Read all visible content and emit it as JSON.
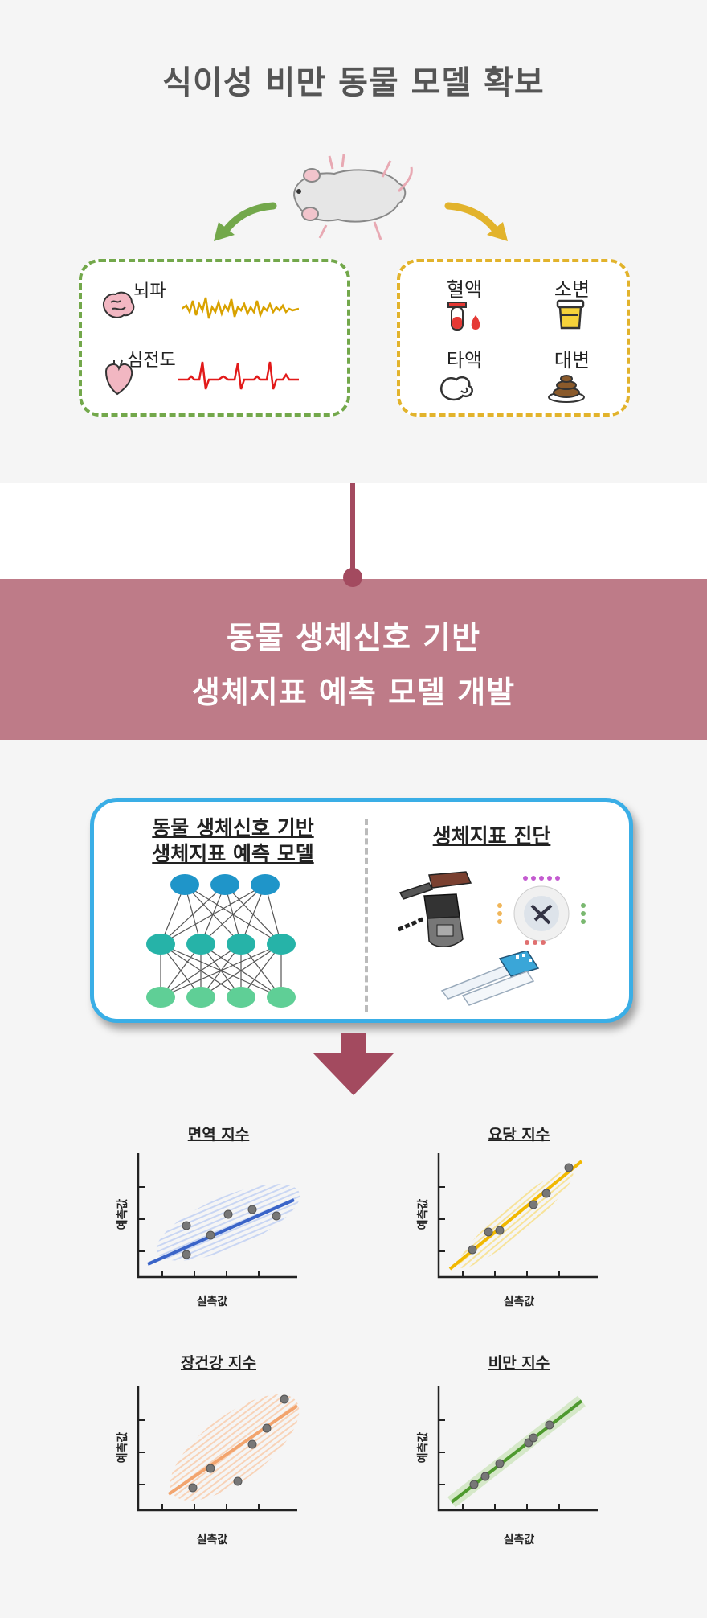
{
  "section1": {
    "title": "식이성 비만 동물 모델 확보",
    "signals": [
      {
        "label": "뇌파",
        "icon": "brain-icon"
      },
      {
        "label": "심전도",
        "icon": "heart-icon"
      }
    ],
    "samples": [
      {
        "label": "혈액",
        "icon": "blood-tube-icon"
      },
      {
        "label": "소변",
        "icon": "urine-cup-icon"
      },
      {
        "label": "타액",
        "icon": "saliva-icon"
      },
      {
        "label": "대변",
        "icon": "feces-icon"
      }
    ],
    "colors": {
      "green": "#73a84b",
      "yellow": "#e2b32c"
    }
  },
  "band": {
    "line1": "동물 생체신호 기반",
    "line2": "생체지표 예측 모델 개발",
    "color": "#be7b88"
  },
  "model_box": {
    "left_title_1": "동물 생체신호 기반",
    "left_title_2": "생체지표 예측 모델",
    "right_title": "생체지표 진단",
    "border_color": "#3aaee6"
  },
  "charts": [
    {
      "title": "면역 지수",
      "xlabel": "실측값",
      "ylabel": "예측값",
      "color": "#3a64c8",
      "band_color": "#c9d6f3"
    },
    {
      "title": "요당 지수",
      "xlabel": "실측값",
      "ylabel": "예측값",
      "color": "#f1b800",
      "band_color": "#f7e39a"
    },
    {
      "title": "장건강 지수",
      "xlabel": "실측값",
      "ylabel": "예측값",
      "color": "#f2a46e",
      "band_color": "#f8d3b8"
    },
    {
      "title": "비만 지수",
      "xlabel": "실측값",
      "ylabel": "예측값",
      "color": "#4e9a2e",
      "band_color": "#d5e8c8"
    }
  ]
}
